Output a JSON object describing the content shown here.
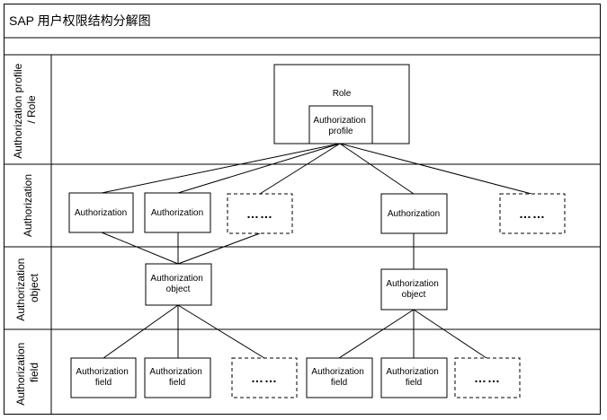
{
  "title": "SAP 用户权限结构分解图",
  "rows": [
    {
      "id": "profile",
      "label_lines": [
        "Authorization profile",
        "/ Role"
      ]
    },
    {
      "id": "authorization",
      "label_lines": [
        "Authorization"
      ]
    },
    {
      "id": "object",
      "label_lines": [
        "Authorization",
        "object"
      ]
    },
    {
      "id": "field",
      "label_lines": [
        "Authorization",
        "field"
      ]
    }
  ],
  "nodes": {
    "role": "Role",
    "profile": [
      "Authorization",
      "profile"
    ],
    "authorization": "Authorization",
    "object": [
      "Authorization",
      "object"
    ],
    "field": [
      "Authorization",
      "field"
    ],
    "ellipsis": "……"
  }
}
